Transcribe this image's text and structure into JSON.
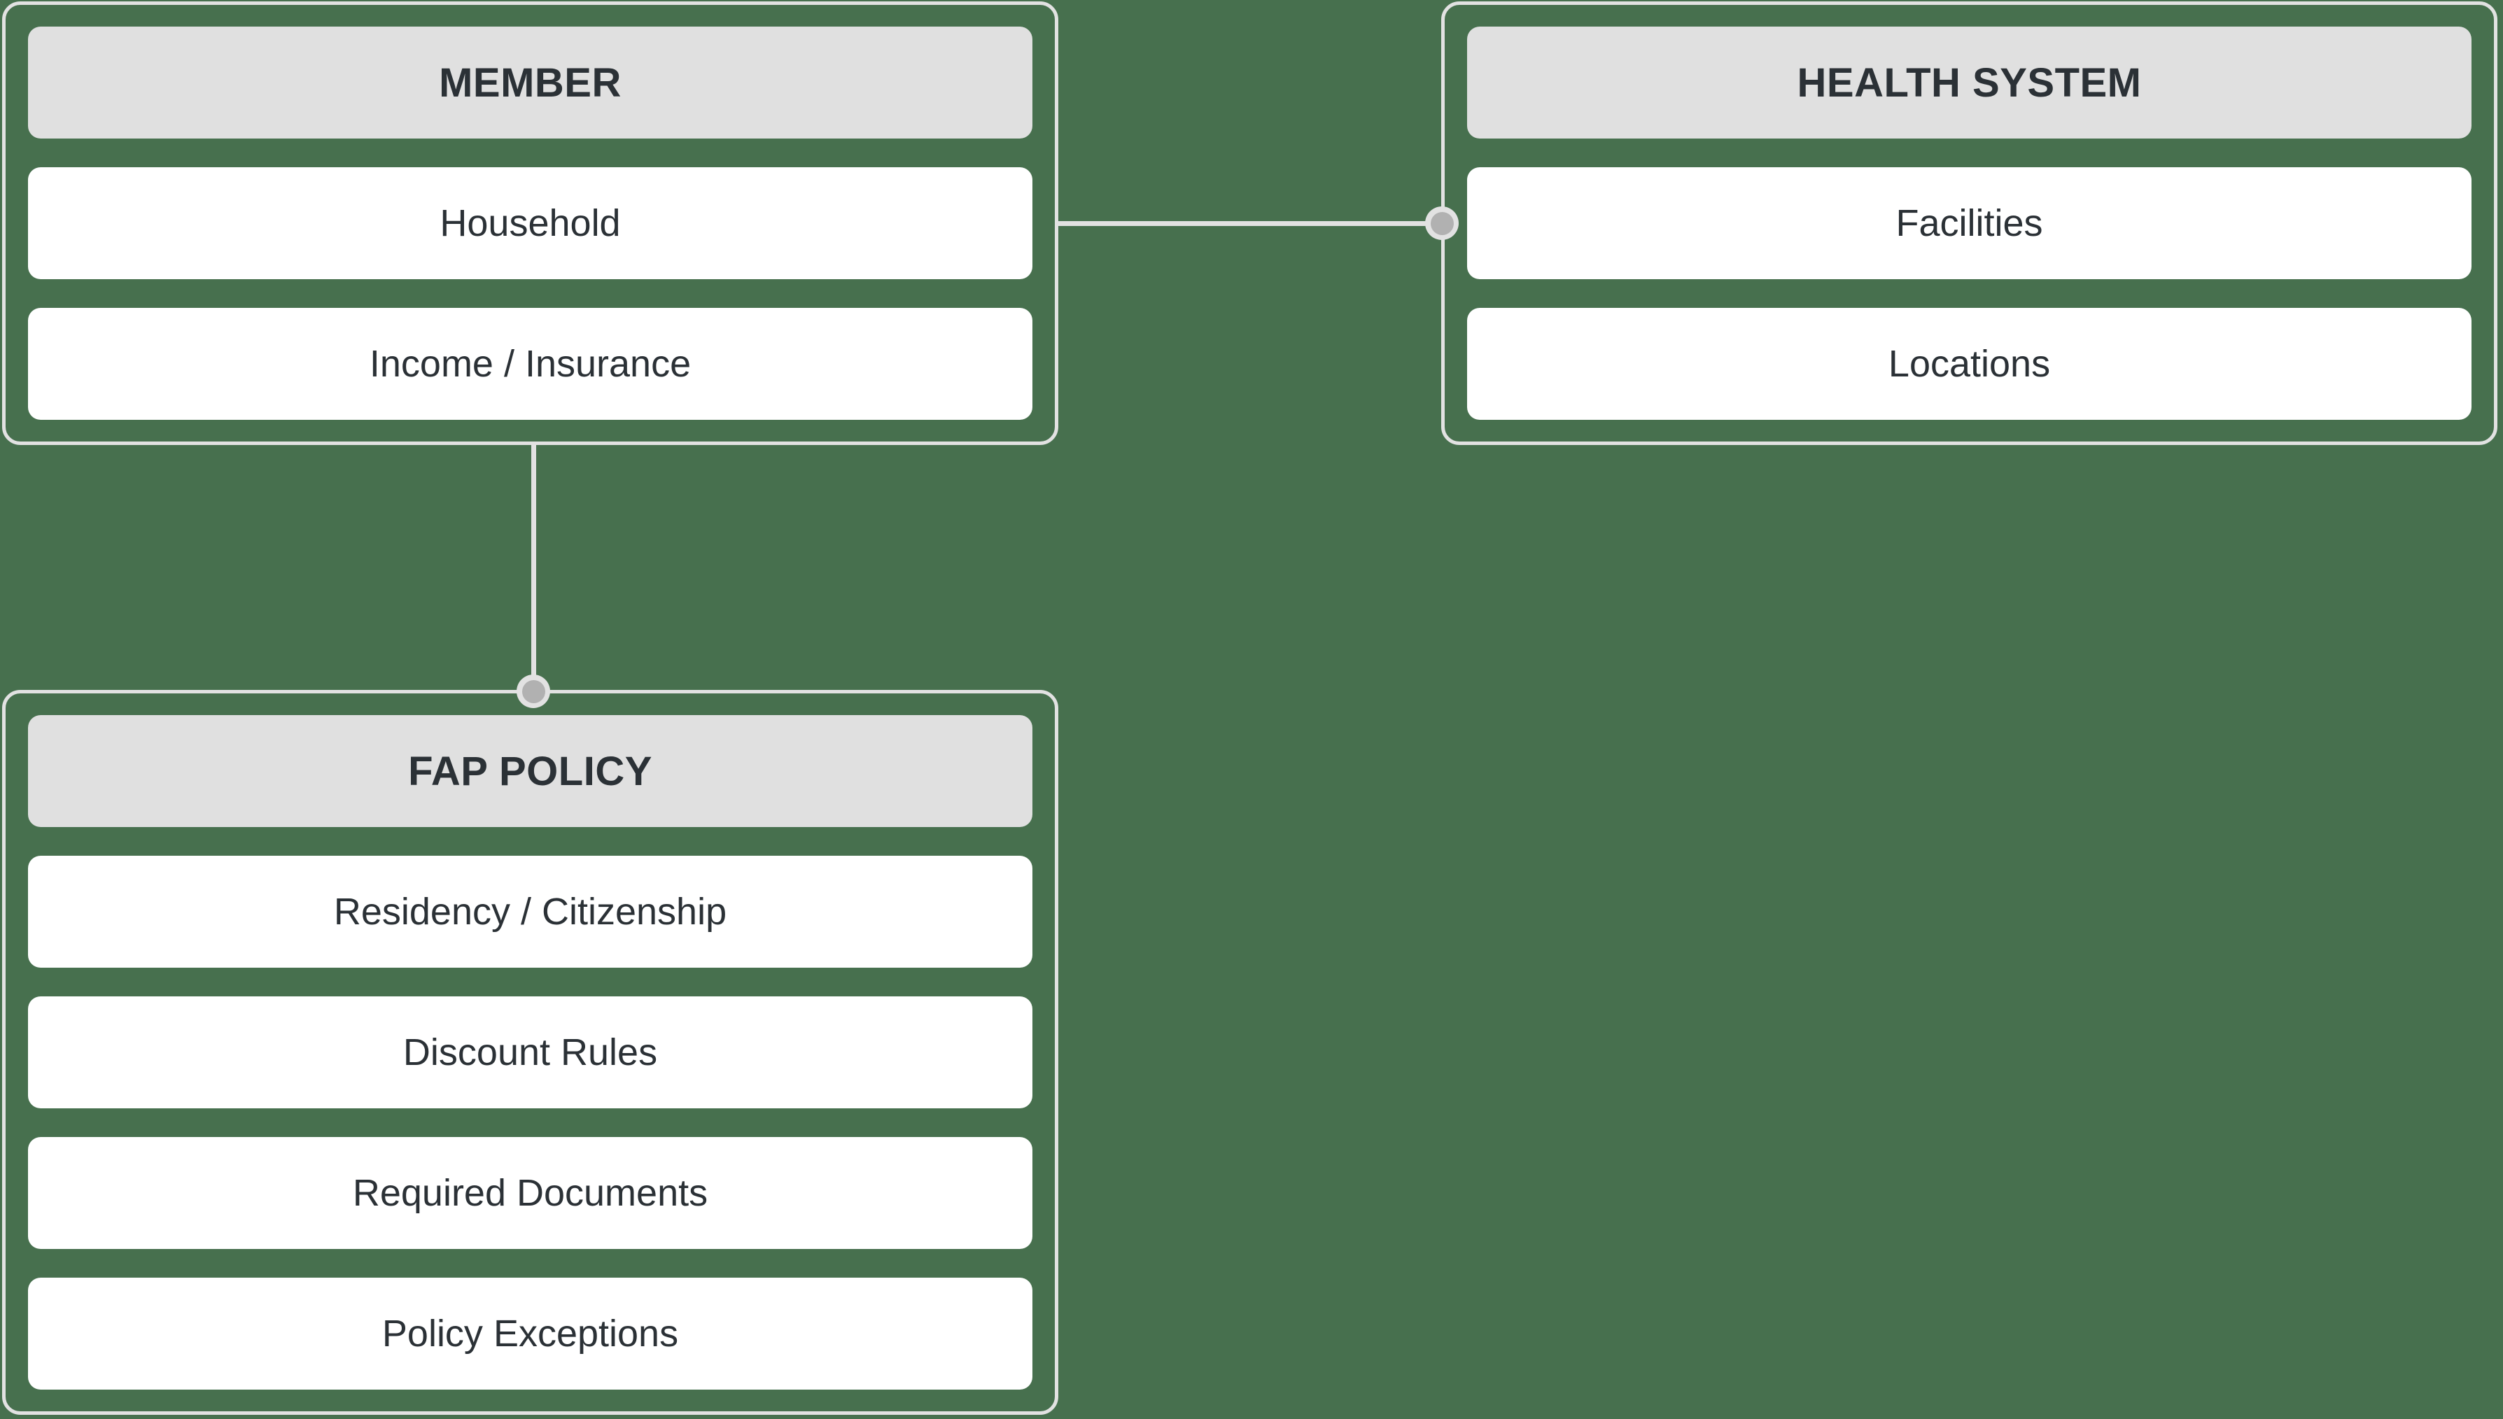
{
  "colors": {
    "background": "#47704e",
    "line": "#e2e2e2",
    "header_bg": "#e0e0e0",
    "row_bg": "#ffffff",
    "text": "#2b3136",
    "handle_dot": "#b1b1b1"
  },
  "nodes": [
    {
      "id": "member",
      "title": "MEMBER",
      "rows": [
        "Household",
        "Income / Insurance"
      ]
    },
    {
      "id": "health_system",
      "title": "HEALTH SYSTEM",
      "rows": [
        "Facilities",
        "Locations"
      ]
    },
    {
      "id": "fap_policy",
      "title": "FAP POLICY",
      "rows": [
        "Residency / Citizenship",
        "Discount Rules",
        "Required Documents",
        "Policy Exceptions"
      ]
    }
  ],
  "edges": [
    {
      "from": "member",
      "to": "health_system"
    },
    {
      "from": "member",
      "to": "fap_policy"
    }
  ]
}
